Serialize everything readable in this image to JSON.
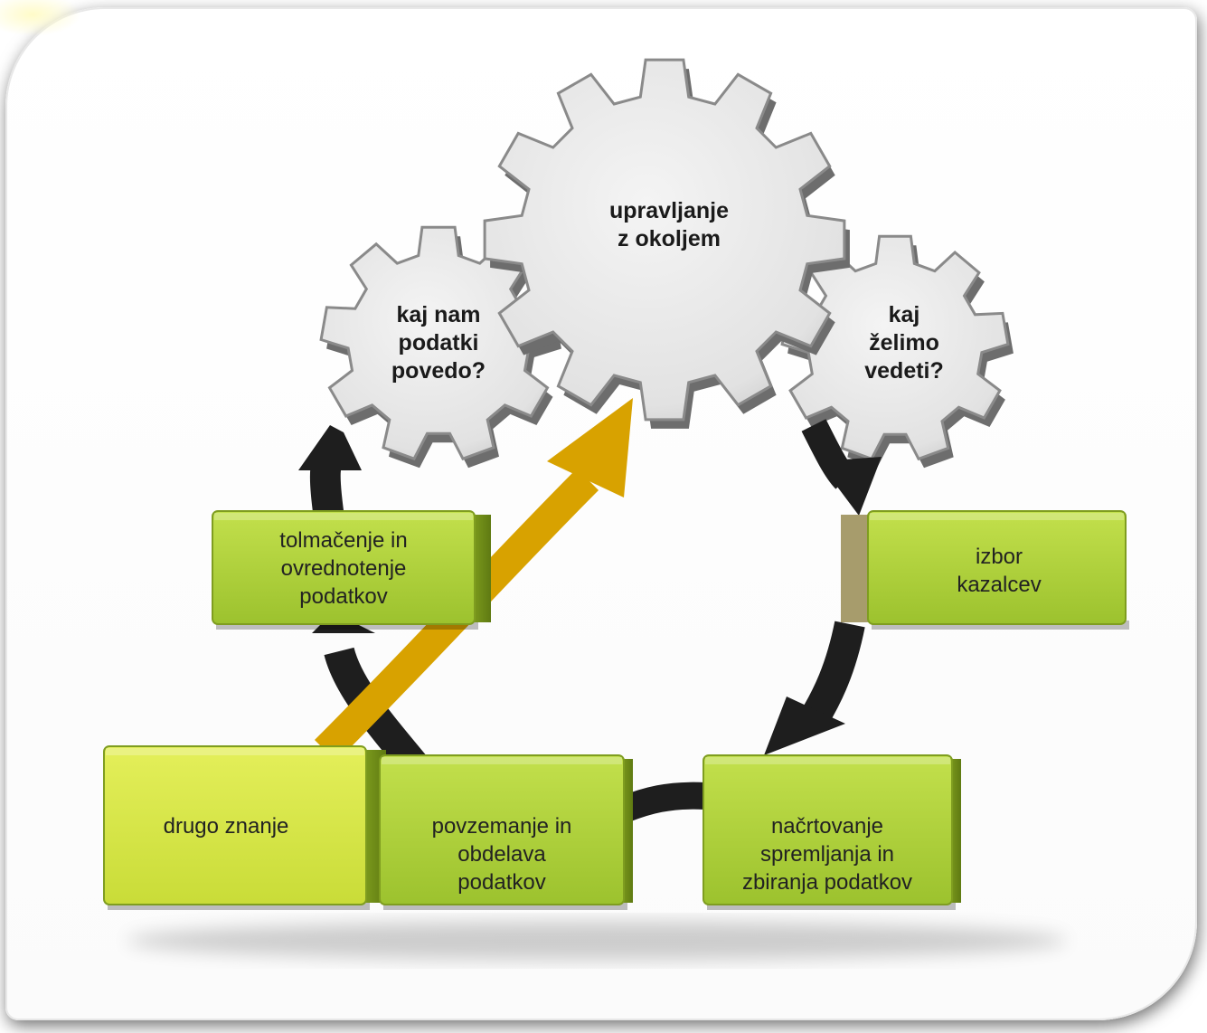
{
  "gears": {
    "center": "upravljanje\nz okoljem",
    "left": "kaj nam\npodatki\npovedo?",
    "right": "kaj\nželimo\nvedeti?"
  },
  "boxes": {
    "interpret": "tolmačenje in\novrednotenje\npodatkov",
    "indicators": "izbor\nkazalcev",
    "other_knowledge": "drugo znanje",
    "processing": "povzemanje in\nobdelava\npodatkov",
    "planning": "načrtovanje\nspremljanja in\nzbiranja podatkov"
  },
  "colors": {
    "box_green": "#a9cf3a",
    "box_yellow": "#d8e84a",
    "arrow_dark": "#1e1e1e",
    "arrow_gold": "#d8a200",
    "gear_face": "#ebebeb"
  }
}
